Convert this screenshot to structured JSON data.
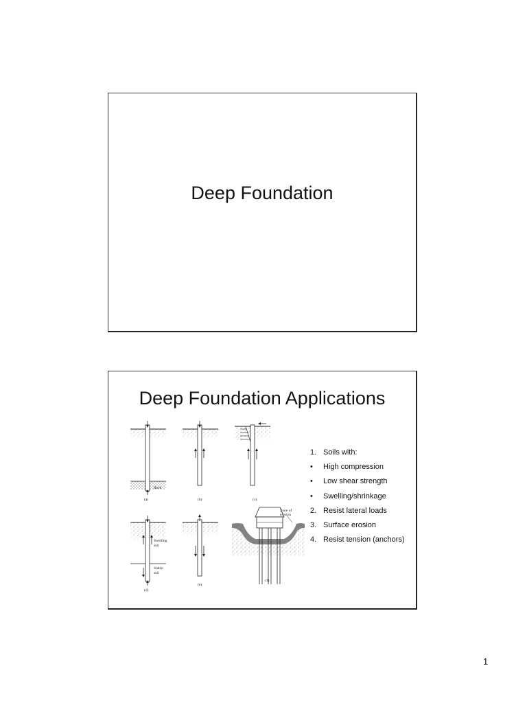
{
  "slides": [
    {
      "title": "Deep Foundation"
    },
    {
      "title": "Deep Foundation Applications",
      "figure": {
        "panel_labels": [
          "(a)",
          "(b)",
          "(c)",
          "(d)",
          "(e)",
          "(f)"
        ],
        "labels": {
          "rock": "Rock",
          "swelling_line1": "Swelling",
          "swelling_line2": "soil",
          "stable_line1": "Stable",
          "stable_line2": "soil",
          "erosion_line1": "Zone of",
          "erosion_line2": "erosion"
        }
      },
      "list": [
        {
          "marker": "1.",
          "text": "Soils with:"
        },
        {
          "marker": "•",
          "text": "High compression"
        },
        {
          "marker": "•",
          "text": "Low shear strength"
        },
        {
          "marker": "•",
          "text": "Swelling/shrinkage"
        },
        {
          "marker": "2.",
          "text": "Resist lateral loads"
        },
        {
          "marker": "3.",
          "text": "Surface erosion"
        },
        {
          "marker": "4.",
          "text": "Resist tension (anchors)"
        }
      ]
    }
  ],
  "page_number": "1"
}
